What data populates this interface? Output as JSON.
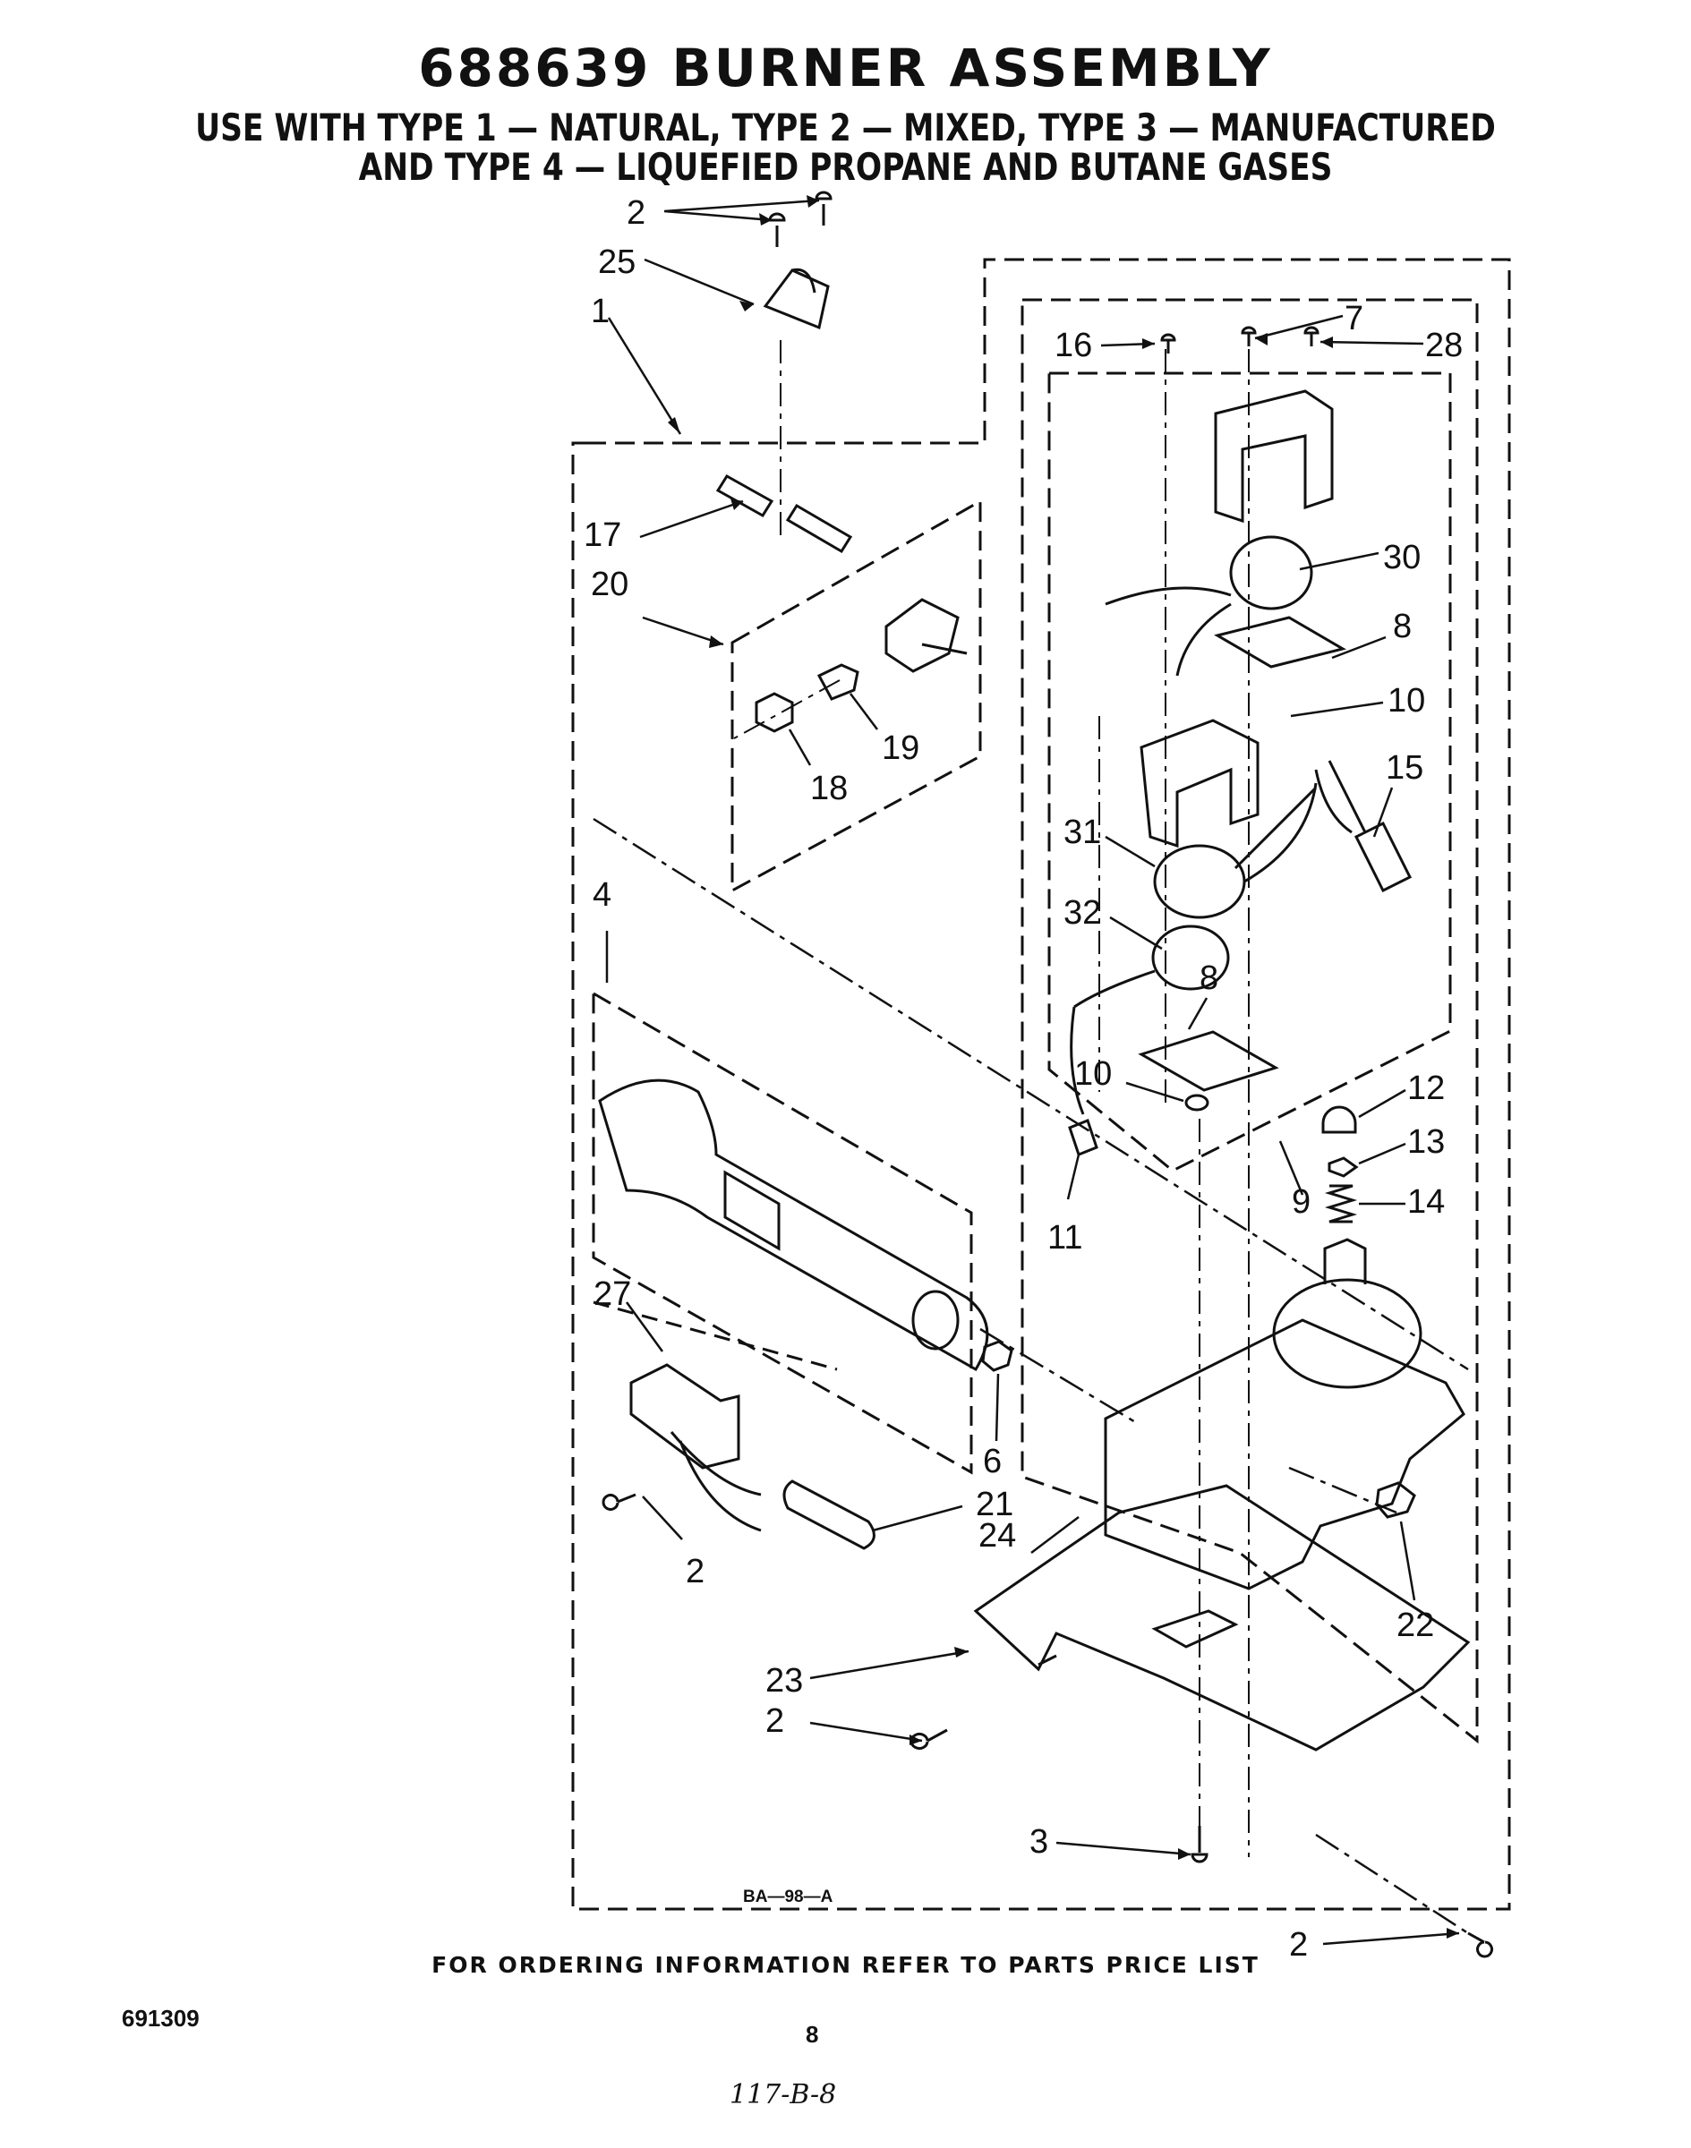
{
  "title": "688639 BURNER ASSEMBLY",
  "subtitle_line1": "USE WITH TYPE 1 — NATURAL, TYPE 2 — MIXED, TYPE 3 — MANUFACTURED",
  "subtitle_line2": "AND TYPE 4 — LIQUEFIED PROPANE AND BUTANE GASES",
  "diagram_code": "BA—98—A",
  "ordering_note": "FOR ORDERING INFORMATION REFER TO PARTS PRICE LIST",
  "document_number": "691309",
  "page_number": "8",
  "handwritten_note": "117-B-8",
  "callouts": {
    "c2a": "2",
    "c25": "25",
    "c1": "1",
    "c17": "17",
    "c20": "20",
    "c18": "18",
    "c19": "19",
    "c4": "4",
    "c27": "27",
    "c2b": "2",
    "c21": "21",
    "c6": "6",
    "c24": "24",
    "c23": "23",
    "c2c": "2",
    "c3": "3",
    "c2d": "2",
    "c22": "22",
    "c16": "16",
    "c7": "7",
    "c28": "28",
    "c30": "30",
    "c8a": "8",
    "c10a": "10",
    "c15": "15",
    "c31": "31",
    "c32": "32",
    "c8b": "8",
    "c10b": "10",
    "c11": "11",
    "c12": "12",
    "c13": "13",
    "c9": "9",
    "c14": "14"
  }
}
